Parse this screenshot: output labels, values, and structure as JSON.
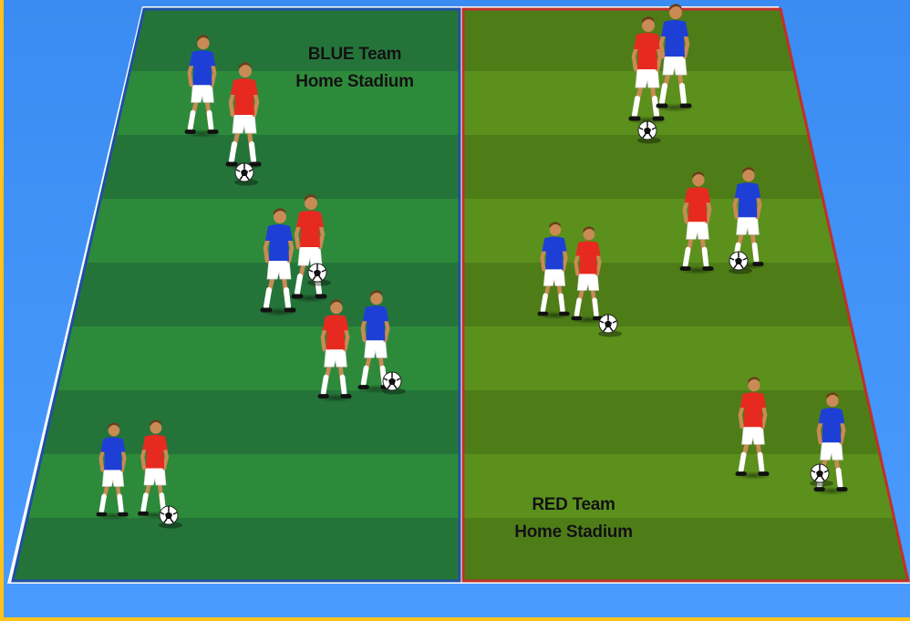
{
  "zones": {
    "blue": {
      "line1": "BLUE Team",
      "line2": "Home Stadium",
      "field_color": "#2c8a3a",
      "border_color": "#1f4fa8"
    },
    "red": {
      "line1": "RED Team",
      "line2": "Home Stadium",
      "field_color": "#5a8f1e",
      "border_color": "#c0302a"
    }
  },
  "colors": {
    "frame": "#ffc21a",
    "sky": "#3f8ef0",
    "blue_kit": "#1e3fd6",
    "red_kit": "#e62a1f",
    "shorts": "#ffffff",
    "skin": "#c98a55",
    "hair": "#6b3d1a",
    "ball": "#ffffff"
  },
  "players": [
    {
      "team": "blue",
      "pos": "left",
      "group": 1
    },
    {
      "team": "red",
      "pos": "left",
      "group": 1
    },
    {
      "team": "blue",
      "pos": "left",
      "group": 2
    },
    {
      "team": "red",
      "pos": "left",
      "group": 2
    },
    {
      "team": "red",
      "pos": "left",
      "group": 3
    },
    {
      "team": "blue",
      "pos": "left",
      "group": 3
    },
    {
      "team": "blue",
      "pos": "left",
      "group": 4
    },
    {
      "team": "red",
      "pos": "left",
      "group": 4
    },
    {
      "team": "red",
      "pos": "right",
      "group": 5
    },
    {
      "team": "blue",
      "pos": "right",
      "group": 5
    },
    {
      "team": "red",
      "pos": "right",
      "group": 6
    },
    {
      "team": "blue",
      "pos": "right",
      "group": 6
    },
    {
      "team": "blue",
      "pos": "right",
      "group": 7
    },
    {
      "team": "red",
      "pos": "right",
      "group": 7
    },
    {
      "team": "red",
      "pos": "right",
      "group": 8
    },
    {
      "team": "blue",
      "pos": "right",
      "group": 8
    }
  ]
}
